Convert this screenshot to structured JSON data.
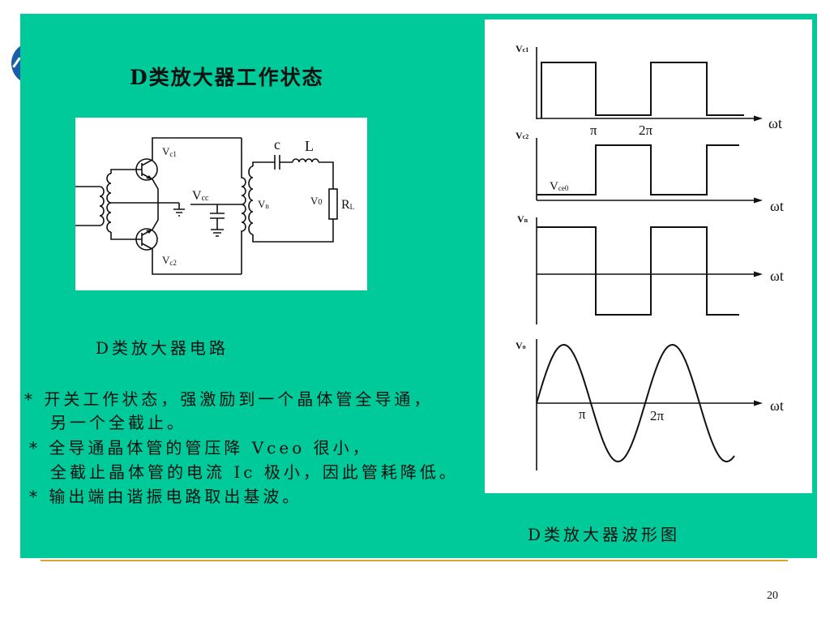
{
  "slide": {
    "title": "D类放大器工作状态",
    "page_number": "20",
    "logo_icon": "emblem-icon",
    "colors": {
      "panel": "#00C99A",
      "rule": "#D9A52A",
      "logo": "#1B5EA8"
    }
  },
  "circuit": {
    "caption": "D类放大器电路",
    "labels": {
      "vc1": {
        "main": "V",
        "sub": "c1"
      },
      "vc2": {
        "main": "V",
        "sub": "c2"
      },
      "vcc": {
        "main": "V",
        "sub": "cc"
      },
      "vn": {
        "main": "V",
        "sub": "n"
      },
      "v0": {
        "main": "V",
        "sub": "0"
      },
      "rl": {
        "main": "R",
        "sub": "L"
      },
      "c": "c",
      "l": "L"
    }
  },
  "notes": [
    "* 开关工作状态，强激励到一个晶体管全导通，",
    "另一个全截止。",
    "* 全导通晶体管的管压降 Vceo 很小，",
    "全截止晶体管的电流 Ic 极小，因此管耗降低。",
    "*  输出端由谐振电路取出基波。"
  ],
  "waveforms": {
    "caption": "D类放大器波形图",
    "panels": [
      {
        "label": {
          "main": "V",
          "sub": "c1"
        },
        "axis": "ωt",
        "ticks": [
          "π",
          "2π"
        ]
      },
      {
        "label": {
          "main": "V",
          "sub": "c2"
        },
        "axis": "ωt",
        "annotation": {
          "main": "V",
          "sub": "ce0"
        }
      },
      {
        "label": {
          "main": "V",
          "sub": "n"
        },
        "axis": "ωt"
      },
      {
        "label": {
          "main": "V",
          "sub": "o"
        },
        "axis": "ωt",
        "ticks": [
          "π",
          "2π"
        ]
      }
    ]
  }
}
